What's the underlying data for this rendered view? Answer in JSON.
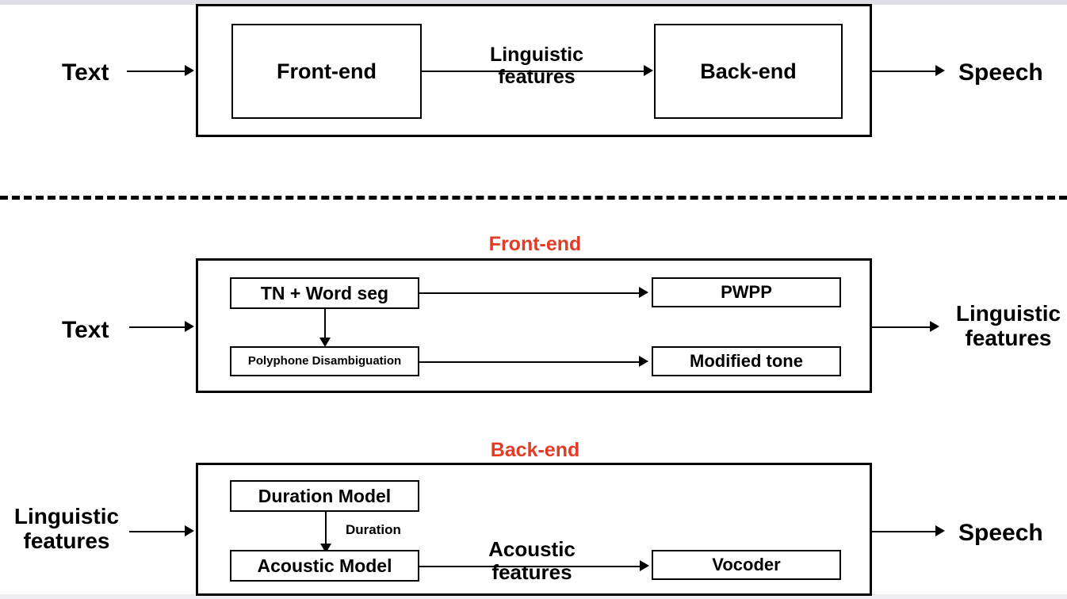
{
  "figure": {
    "title": "Text-to-Speech pipeline overview",
    "accent_red": "#e23b26",
    "line_color": "#000000",
    "background": "#ffffff"
  },
  "overview": {
    "input_label": "Text",
    "output_label": "Speech",
    "blocks": [
      {
        "id": "front-end",
        "label": "Front-end"
      },
      {
        "id": "back-end",
        "label": "Back-end"
      }
    ],
    "edge_label": "Linguistic\nfeatures"
  },
  "frontend": {
    "heading": "Front-end",
    "input_label": "Text",
    "output_label": "Linguistic\nfeatures",
    "blocks": [
      {
        "id": "tn-word-seg",
        "label": "TN + Word seg"
      },
      {
        "id": "polyphone-disambiguation",
        "label": "Polyphone  Disambiguation"
      },
      {
        "id": "pwpp",
        "label": "PWPP"
      },
      {
        "id": "modified-tone",
        "label": "Modified tone"
      }
    ]
  },
  "backend": {
    "heading": "Back-end",
    "input_label": "Linguistic\nfeatures",
    "output_label": "Speech",
    "blocks": [
      {
        "id": "duration-model",
        "label": "Duration Model"
      },
      {
        "id": "acoustic-model",
        "label": "Acoustic Model"
      },
      {
        "id": "vocoder",
        "label": "Vocoder"
      }
    ],
    "edge_labels": {
      "duration": "Duration",
      "acoustic_features": "Acoustic\nfeatures"
    }
  }
}
